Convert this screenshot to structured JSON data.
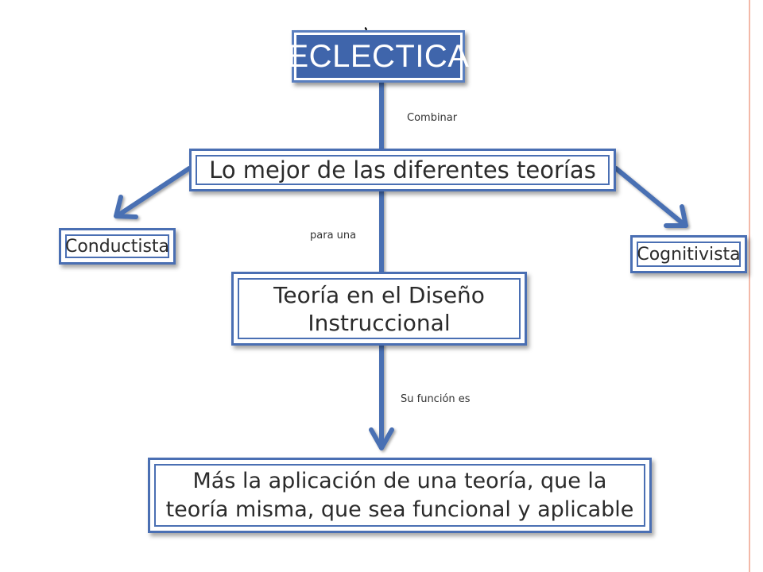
{
  "nodes": {
    "root": "ECLECTICA",
    "best": "Lo mejor de las diferentes teorías",
    "behaviorist": "Conductista",
    "cognitivist": "Cognitivista",
    "theory": "Teoría en el Diseño Instruccional",
    "application": "Más la aplicación de una teoría, que la teoría misma, que sea funcional y aplicable"
  },
  "edge_labels": {
    "combine": "Combinar",
    "for_a": "para una",
    "function": "Su función es"
  },
  "colors": {
    "box_border": "#4a6fb3",
    "connector": "#4a6fb3",
    "title_fill": "#3f65ab",
    "title_text": "#ffffff",
    "accent_rule": "#f3b9a8"
  }
}
